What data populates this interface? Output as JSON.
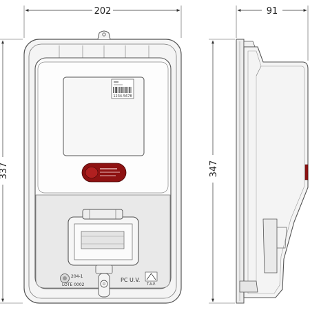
{
  "dimensions": {
    "front_width": "202",
    "front_height": "337",
    "side_depth": "91",
    "side_height": "347"
  },
  "labels": {
    "barcode_number": "1234-5678",
    "model_code": "204-1",
    "lote": "LOTE 0002",
    "material": "PC U.V.",
    "maker_mark": "T.A.P."
  },
  "colors": {
    "outline": "#555555",
    "housing_fill": "#f4f4f4",
    "seal_red": "#8e1212"
  }
}
